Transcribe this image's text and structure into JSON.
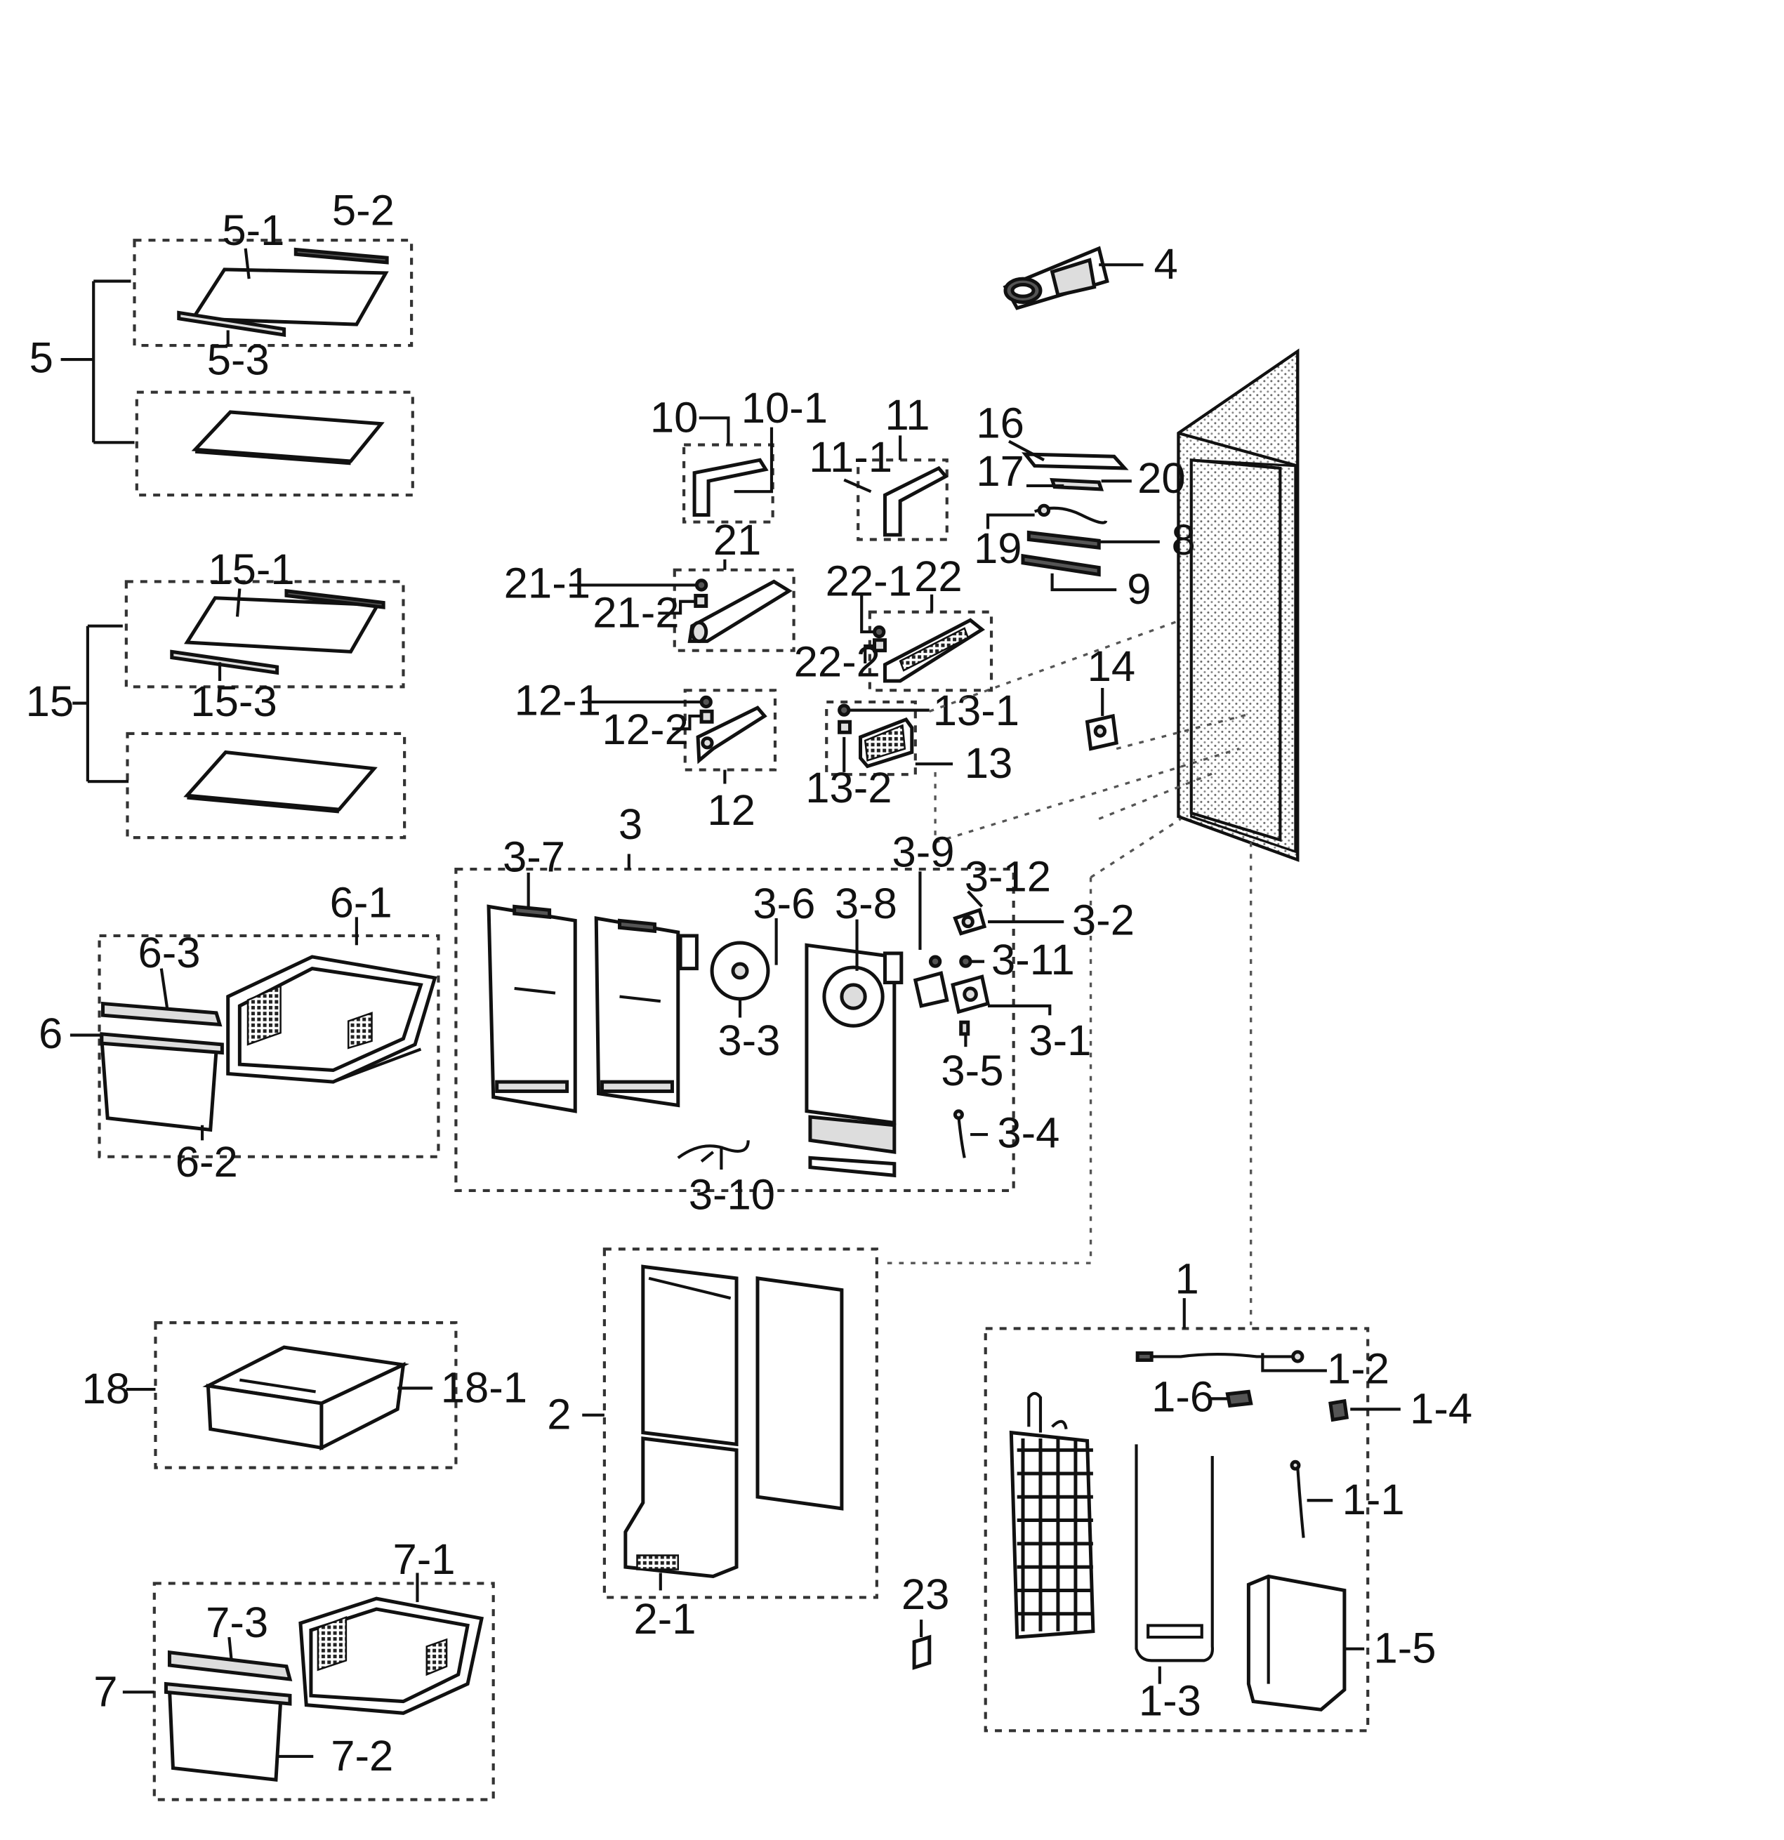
{
  "labels": {
    "l5": "5",
    "l5_1": "5-1",
    "l5_2": "5-2",
    "l5_3": "5-3",
    "l15": "15",
    "l15_1": "15-1",
    "l15_3": "15-3",
    "l6": "6",
    "l6_1": "6-1",
    "l6_2": "6-2",
    "l6_3": "6-3",
    "l18": "18",
    "l18_1": "18-1",
    "l7": "7",
    "l7_1": "7-1",
    "l7_2": "7-2",
    "l7_3": "7-3",
    "l4": "4",
    "l10": "10",
    "l10_1": "10-1",
    "l11": "11",
    "l11_1": "11-1",
    "l16": "16",
    "l17": "17",
    "l20": "20",
    "l19": "19",
    "l8": "8",
    "l9": "9",
    "l21": "21",
    "l21_1": "21-1",
    "l21_2": "21-2",
    "l22": "22",
    "l22_1": "22-1",
    "l22_2": "22-2",
    "l12": "12",
    "l12_1": "12-1",
    "l12_2": "12-2",
    "l13": "13",
    "l13_1": "13-1",
    "l13_2": "13-2",
    "l14": "14",
    "l3": "3",
    "l3_1": "3-1",
    "l3_2": "3-2",
    "l3_3": "3-3",
    "l3_4": "3-4",
    "l3_5": "3-5",
    "l3_6": "3-6",
    "l3_7": "3-7",
    "l3_8": "3-8",
    "l3_9": "3-9",
    "l3_10": "3-10",
    "l3_11": "3-11",
    "l3_12": "3-12",
    "l2": "2",
    "l2_1": "2-1",
    "l23": "23",
    "l1": "1",
    "l1_1": "1-1",
    "l1_2": "1-2",
    "l1_3": "1-3",
    "l1_4": "1-4",
    "l1_5": "1-5",
    "l1_6": "1-6"
  }
}
